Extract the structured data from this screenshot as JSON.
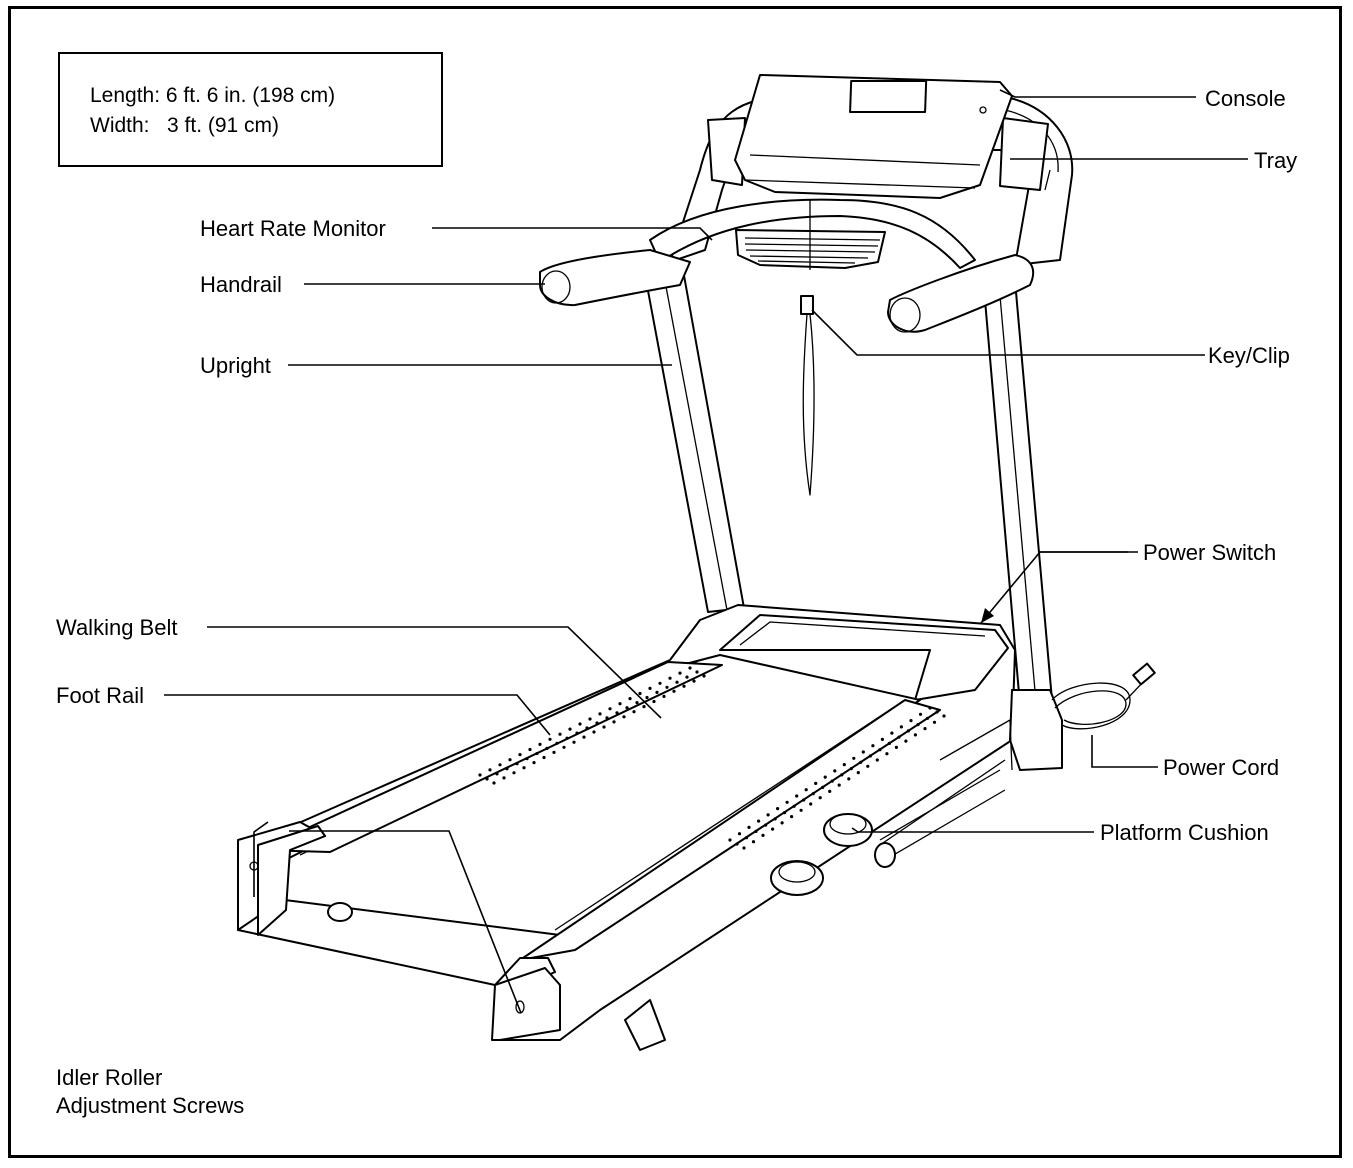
{
  "dimensions": {
    "length": "Length: 6 ft. 6 in. (198 cm)",
    "width": "Width:   3 ft. (91 cm)"
  },
  "labels": {
    "console": "Console",
    "tray": "Tray",
    "heart_rate_monitor": "Heart Rate Monitor",
    "handrail": "Handrail",
    "upright": "Upright",
    "key_clip": "Key/Clip",
    "power_switch": "Power Switch",
    "walking_belt": "Walking Belt",
    "foot_rail": "Foot Rail",
    "power_cord": "Power Cord",
    "platform_cushion": "Platform Cushion",
    "idler_line1": "Idler Roller",
    "idler_line2": "Adjustment Screws"
  }
}
